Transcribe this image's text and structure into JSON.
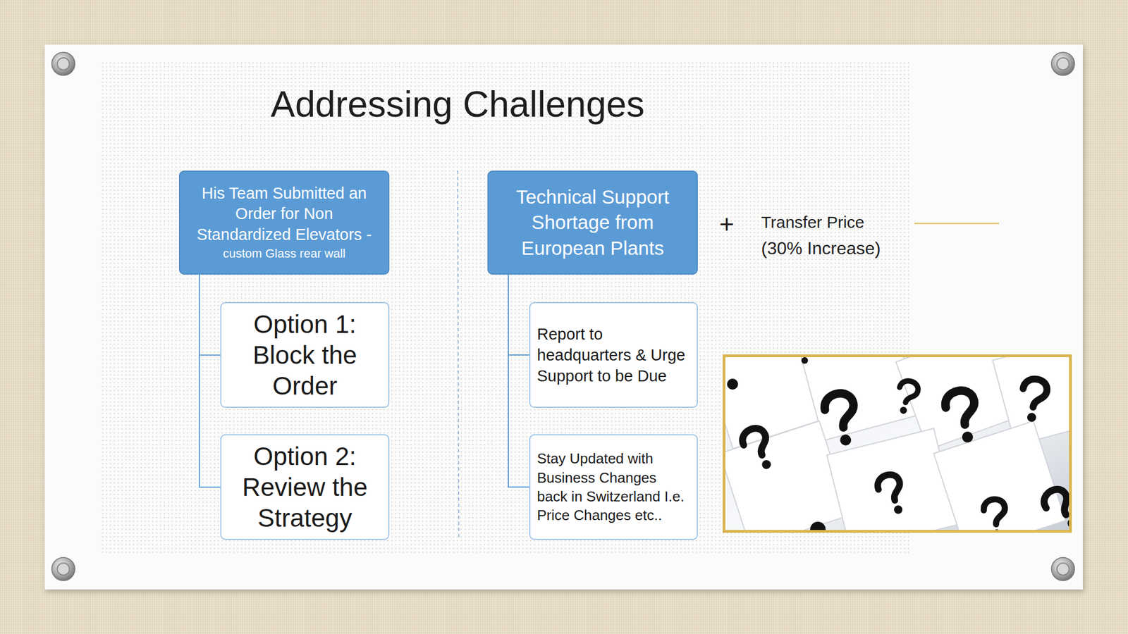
{
  "diagram": {
    "title": "Addressing Challenges",
    "nodes": [
      {
        "text": [
          "His Team Submitted an Order for Non Standardized Elevators -",
          "custom Glass rear wall"
        ]
      },
      {
        "text": [
          "Option 1: Block the Order"
        ]
      },
      {
        "text": [
          "Option 2: Review the Strategy"
        ]
      },
      {
        "text": [
          "Technical Support Shortage from European Plants"
        ]
      },
      {
        "text": [
          "Report to headquarters & Urge Support to be Due"
        ]
      },
      {
        "text": [
          "Stay Updated with Business Changes back in Switzerland I.e. Price Changes etc.."
        ]
      }
    ],
    "edges": [
      {
        "from": 0,
        "to": 1,
        "arrow": "none"
      },
      {
        "from": 0,
        "to": 2,
        "arrow": "none"
      },
      {
        "from": 3,
        "to": 4,
        "arrow": "none"
      },
      {
        "from": 3,
        "to": 5,
        "arrow": "none"
      }
    ],
    "labels": [
      "+",
      "Transfer Price",
      "(30% Increase)"
    ]
  }
}
